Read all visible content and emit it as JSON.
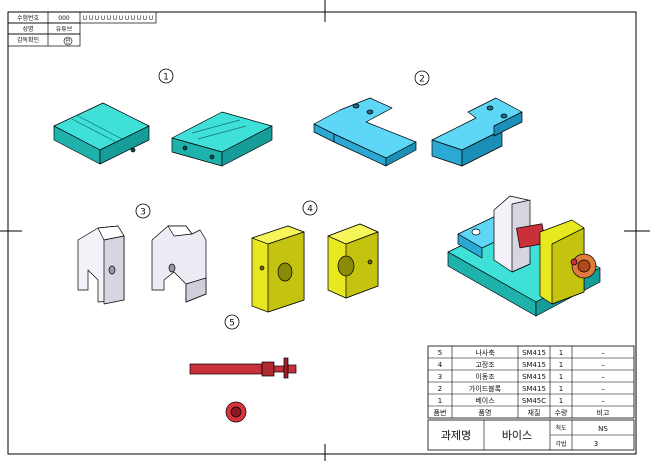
{
  "corner_block": {
    "row1_label": "수험번호",
    "row1_value": "000",
    "row1_mirror": "ＵＵＵＵＵＵＵＵＵＵＵＵ",
    "row2_label": "성명",
    "row2_value": "유튜브",
    "row3_label": "감독확인",
    "row3_value": "인"
  },
  "callouts": [
    "1",
    "2",
    "3",
    "4",
    "5"
  ],
  "parts_list": {
    "headers": [
      "품번",
      "품명",
      "재질",
      "수량",
      "비고"
    ],
    "rows": [
      {
        "no": "5",
        "name": "나사축",
        "material": "SM415",
        "qty": "1",
        "note": "–"
      },
      {
        "no": "4",
        "name": "고정조",
        "material": "SM415",
        "qty": "1",
        "note": "–"
      },
      {
        "no": "3",
        "name": "이동조",
        "material": "SM415",
        "qty": "1",
        "note": "–"
      },
      {
        "no": "2",
        "name": "가이드블록",
        "material": "SM415",
        "qty": "1",
        "note": "–"
      },
      {
        "no": "1",
        "name": "베이스",
        "material": "SM45C",
        "qty": "1",
        "note": "–"
      }
    ]
  },
  "title_block": {
    "label": "과제명",
    "name": "바이스",
    "scale_label": "척도",
    "scale_value": "NS",
    "angle_label": "각법",
    "angle_value": "3"
  },
  "colors": {
    "cyan_part": "#22c7c4",
    "blue_part": "#3ec9ef",
    "yellow_part": "#dede10",
    "red_part": "#c8303a",
    "white_part": "#eeeef4"
  }
}
